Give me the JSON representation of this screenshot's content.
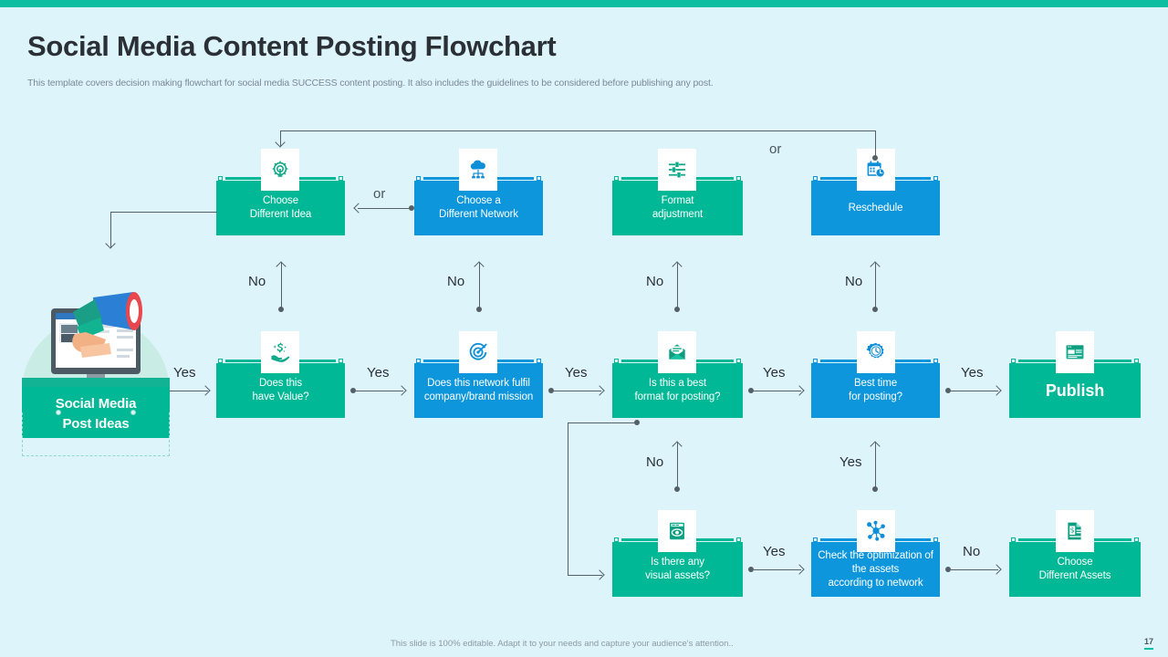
{
  "slide": {
    "title": "Social Media Content Posting Flowchart",
    "subtitle": "This template covers decision making flowchart for social media SUCCESS content posting. It also includes the guidelines to be considered before publishing any post.",
    "footer_note": "This slide is 100% editable. Adapt it to your needs and capture your audience's attention..",
    "page_number": "17"
  },
  "colors": {
    "accent_top_bar": "#0dbfa0",
    "teal": "#00b895",
    "blue": "#0d96dc",
    "background": "#ddf4fb",
    "connector": "#555f66",
    "text_dark": "#2b3036",
    "text_muted": "#7b8a95"
  },
  "start": {
    "label_line1": "Social Media",
    "label_line2": "Post Ideas",
    "icon": "megaphone-monitor-illustration"
  },
  "nodes": [
    {
      "id": "choose-different-idea",
      "label_line1": "Choose",
      "label_line2": "Different  Idea",
      "color": "teal",
      "icon": "idea-gear-icon"
    },
    {
      "id": "choose-different-network",
      "label_line1": "Choose a",
      "label_line2": "Different Network",
      "color": "blue",
      "icon": "cloud-network-icon"
    },
    {
      "id": "format-adjustment",
      "label_line1": "Format",
      "label_line2": "adjustment",
      "color": "teal",
      "icon": "sliders-icon"
    },
    {
      "id": "reschedule",
      "label_line1": "Reschedule",
      "label_line2": "",
      "color": "blue",
      "icon": "calendar-clock-icon"
    },
    {
      "id": "does-this-have-value",
      "label_line1": "Does this",
      "label_line2": "have  Value?",
      "color": "teal",
      "icon": "hand-money-icon"
    },
    {
      "id": "does-network-fulfil-mission",
      "label_line1": "Does this network fulfil",
      "label_line2": "company/brand mission",
      "color": "blue",
      "icon": "target-icon"
    },
    {
      "id": "is-this-best-format",
      "label_line1": "Is this a best",
      "label_line2": "format for posting?",
      "color": "teal",
      "icon": "mail-open-icon"
    },
    {
      "id": "best-time-for-posting",
      "label_line1": "Best time",
      "label_line2": "for posting?",
      "color": "blue",
      "icon": "clock-gear-icon"
    },
    {
      "id": "publish",
      "label_line1": "Publish",
      "label_line2": "",
      "color": "teal",
      "icon": "browser-publish-icon"
    },
    {
      "id": "is-there-any-visual-assets",
      "label_line1": "Is there any",
      "label_line2": "visual  assets?",
      "color": "teal",
      "icon": "eye-browser-icon"
    },
    {
      "id": "check-optimization-assets",
      "label_line1": "Check the optimization of",
      "label_line2": "the assets",
      "label_line3": "according to network",
      "color": "blue",
      "icon": "network-nodes-icon"
    },
    {
      "id": "choose-different-assets",
      "label_line1": "Choose",
      "label_line2": "Different  Assets",
      "color": "teal",
      "icon": "document-money-icon"
    }
  ],
  "edges": [
    {
      "id": "start-to-value",
      "label": "Yes"
    },
    {
      "id": "value-to-network",
      "label": "Yes"
    },
    {
      "id": "network-to-format",
      "label": "Yes"
    },
    {
      "id": "format-to-besttime",
      "label": "Yes"
    },
    {
      "id": "besttime-to-publish",
      "label": "Yes"
    },
    {
      "id": "value-no-up",
      "label": "No"
    },
    {
      "id": "network-no-up",
      "label": "No"
    },
    {
      "id": "format-no-up",
      "label": "No"
    },
    {
      "id": "besttime-no-up",
      "label": "No"
    },
    {
      "id": "format-no-down-to-visual",
      "label": "No"
    },
    {
      "id": "visual-to-check",
      "label": "Yes"
    },
    {
      "id": "check-yes-up",
      "label": "Yes"
    },
    {
      "id": "check-no-to-assets",
      "label": "No"
    },
    {
      "id": "idea-or-network",
      "label": "or"
    },
    {
      "id": "reschedule-or-top",
      "label": "or"
    }
  ]
}
